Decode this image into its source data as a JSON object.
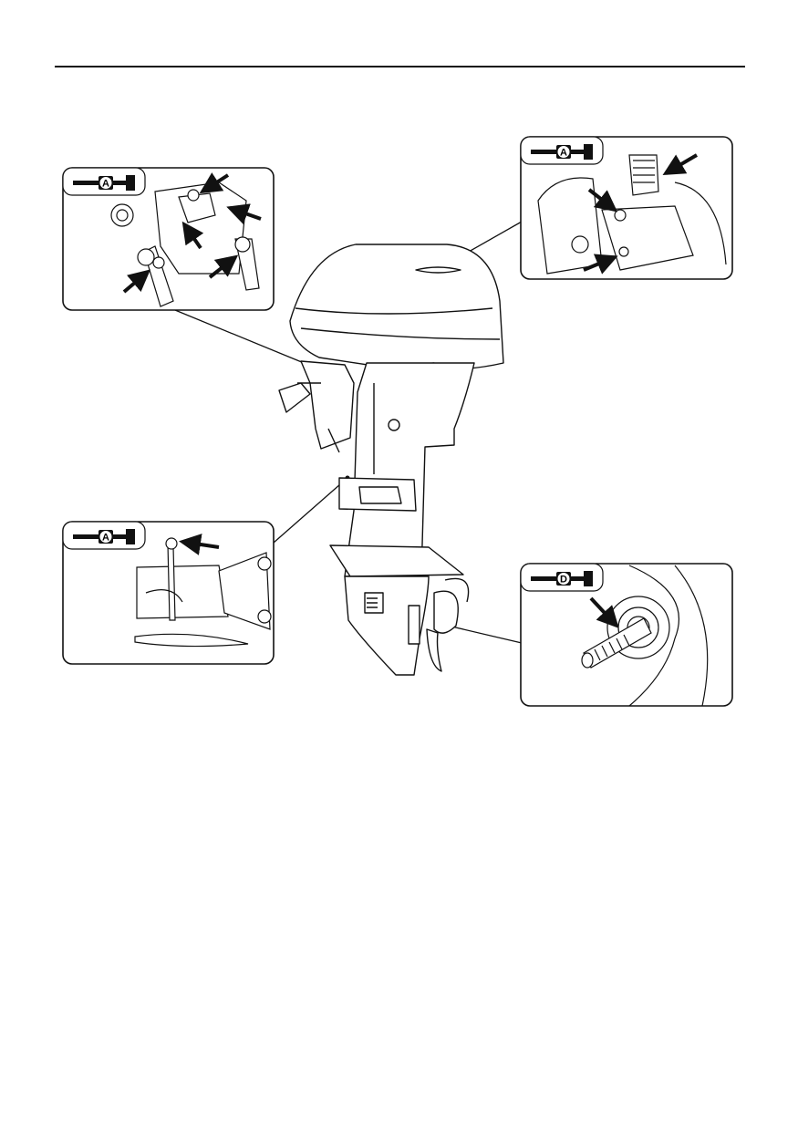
{
  "callouts": [
    {
      "id": "upper-left",
      "lubricant_code": "A"
    },
    {
      "id": "upper-right",
      "lubricant_code": "A"
    },
    {
      "id": "lower-left",
      "lubricant_code": "A"
    },
    {
      "id": "lower-right",
      "lubricant_code": "D"
    }
  ],
  "colors": {
    "line": "#111111",
    "fill": "#ffffff",
    "shade": "#d9d9d9"
  }
}
